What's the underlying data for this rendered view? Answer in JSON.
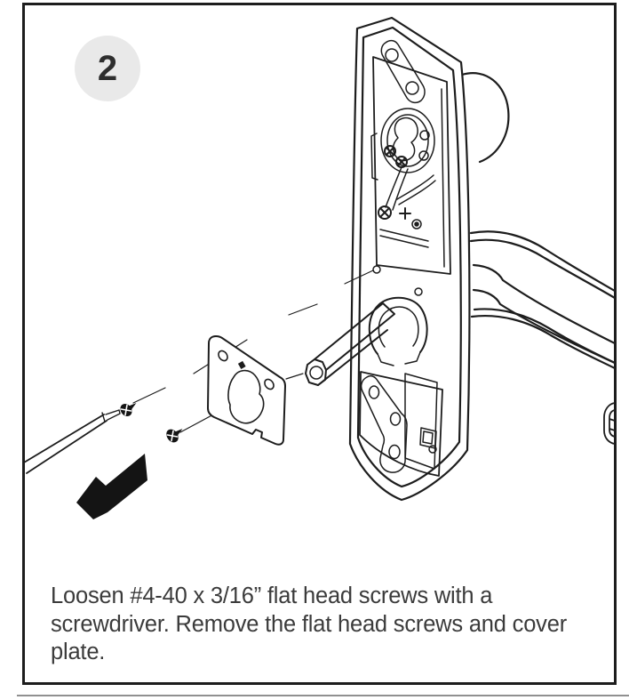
{
  "step": {
    "number": "2",
    "instruction_lines": [
      "Loosen #4-40 x 3/16” flat head screws with a",
      "screwdriver. Remove the flat head screws and cover",
      "plate."
    ]
  },
  "colors": {
    "line": "#1d1d1d",
    "badge_background": "#e9e9e9",
    "text": "#3b3b3b",
    "divider": "#909090",
    "arrow_fill": "#141414"
  }
}
